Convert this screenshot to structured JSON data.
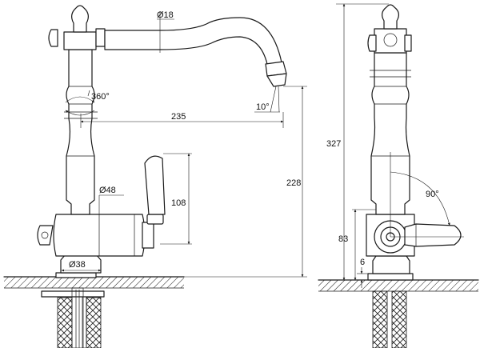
{
  "labels": {
    "spout_diameter": "Ø18",
    "rotation": "360°",
    "aerator_angle": "10°",
    "reach": "235",
    "body_diameter": "Ø48",
    "handle_height": "108",
    "spout_height": "228",
    "base_diameter": "Ø38",
    "total_height": "327",
    "lever_angle": "90°",
    "lever_axis_height": "83",
    "base_height": "6"
  }
}
